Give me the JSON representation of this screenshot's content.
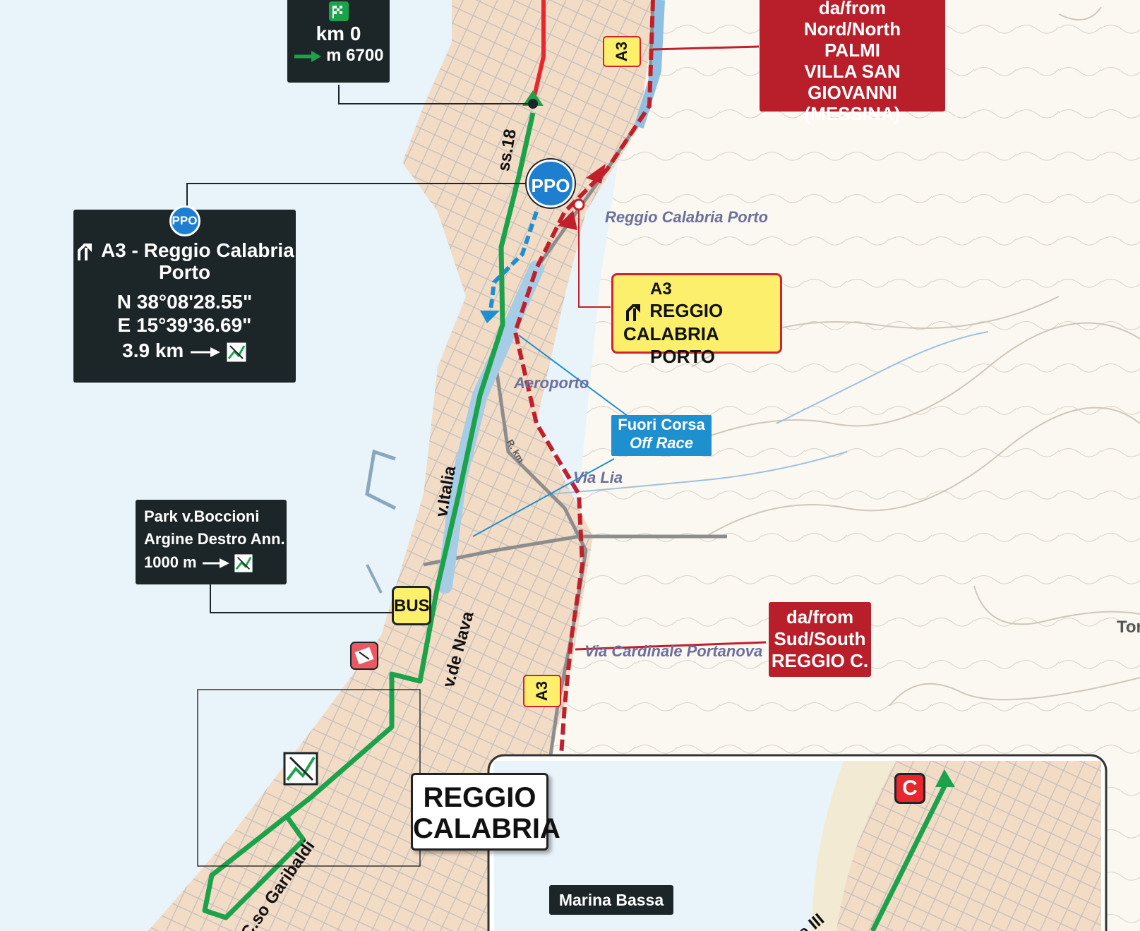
{
  "start_box": {
    "km": "km 0",
    "distance": "m 6700"
  },
  "ppo_marker": {
    "label": "PPO"
  },
  "ppo_box": {
    "badge": "PPO",
    "title_line1": "A3 - Reggio Calabria",
    "title_line2": "Porto",
    "lat": "N 38°08'28.55\"",
    "lon": "E 15°39'36.69\"",
    "distance": "3.9 km"
  },
  "north_box": {
    "line1": "da/from",
    "line2": "Nord/North",
    "line3": "PALMI",
    "line4": "VILLA SAN GIOVANNI",
    "line5": "(MESSINA)"
  },
  "south_box": {
    "line1": "da/from",
    "line2": "Sud/South",
    "line3": "REGGIO C."
  },
  "exit_box": {
    "line1": "A3",
    "line2": "REGGIO CALABRIA",
    "line3": "PORTO"
  },
  "off_race_box": {
    "line1": "Fuori Corsa",
    "line2": "Off Race"
  },
  "park_box": {
    "line1": "Park v.Boccioni",
    "line2": "Argine Destro Ann.",
    "line3": "1000 m"
  },
  "city_box": {
    "line1": "REGGIO",
    "line2": "CALABRIA"
  },
  "marina_box": {
    "label": "Marina Bassa"
  },
  "map_labels": {
    "porto": "Reggio Calabria Porto",
    "aeroporto": "Aeroporto",
    "via_lia": "Via Lia",
    "portanova": "Via Cardinale Portanova",
    "tor": "Tor"
  },
  "road_labels": {
    "ss18": "ss.18",
    "italia": "v.Italia",
    "nava": "v.de Nava",
    "garibaldi": "C.so Garibaldi",
    "r_km": "R. km",
    "vle": "le III"
  },
  "shields": {
    "a3_top": "A3",
    "a3_bottom": "A3",
    "bus": "BUS",
    "c_marker": "C"
  },
  "colors": {
    "sea": "#e9f3fa",
    "land": "#f3dcc6",
    "route_green": "#1ba24a",
    "route_red": "#c0202b",
    "offrace_blue": "#1e8fcf",
    "dark_box": "#1c2528",
    "yellow_box": "#fbef6b"
  },
  "icons": [
    "start-flag-icon",
    "arrow-right-icon",
    "motorway-exit-icon",
    "parking-icon",
    "bus-icon",
    "feed-zone-icon",
    "c-marker-icon"
  ]
}
